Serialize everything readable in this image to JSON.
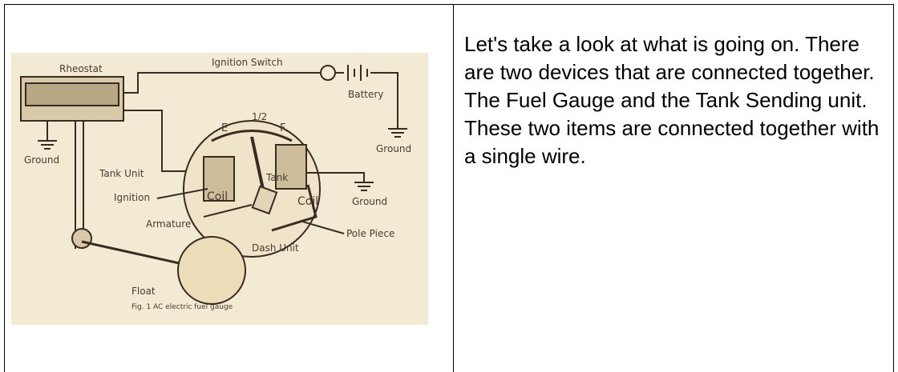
{
  "figure": {
    "labels": {
      "rheostat": "Rheostat",
      "ignition_switch": "Ignition Switch",
      "battery": "Battery",
      "ground_left": "Ground",
      "ground_right_top": "Ground",
      "ground_right_bottom": "Ground",
      "tank_unit": "Tank Unit",
      "ignition": "Ignition",
      "coil_left": "Coil",
      "coil_right": "Coil",
      "tank": "Tank",
      "scale_e": "E",
      "scale_half": "1/2",
      "scale_f": "F",
      "armature": "Armature",
      "pole_piece": "Pole Piece",
      "dash_unit": "Dash Unit",
      "float": "Float"
    },
    "caption": "Fig. 1   AC electric fuel gauge"
  },
  "text": {
    "paragraph": "Let's take a look at what is going on. There are two devices that are connected together.  The Fuel Gauge and the Tank Sending unit.  These two items are connected together with a single wire."
  }
}
